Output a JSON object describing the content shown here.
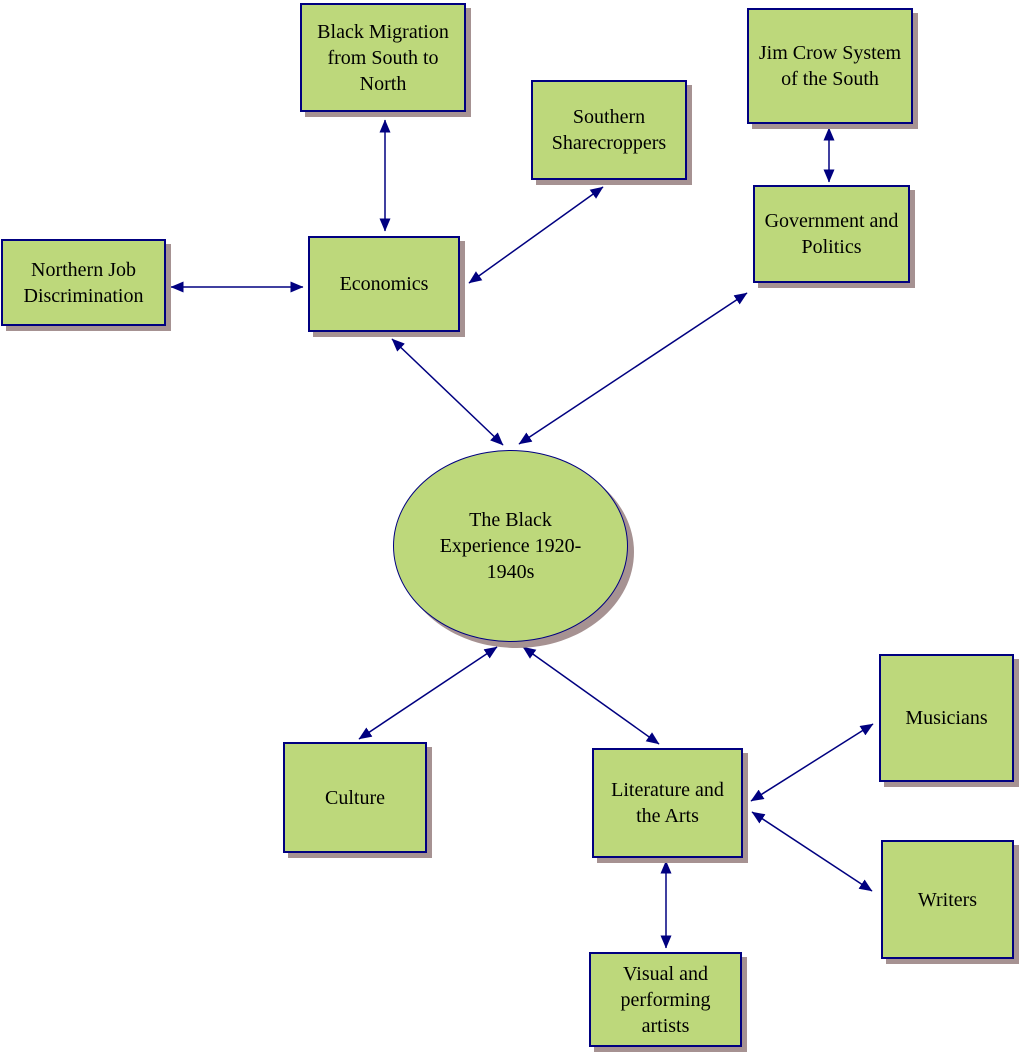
{
  "diagram": {
    "type": "concept-map",
    "colors": {
      "background": "#ffffff",
      "node_fill": "#bdd87b",
      "node_border": "#000080",
      "arrow": "#000080",
      "shadow": "#a69292",
      "text": "#000000"
    },
    "nodes": {
      "center": {
        "shape": "ellipse",
        "label": "The Black Experience 1920-1940s"
      },
      "black_migration": {
        "shape": "rectangle",
        "label": "Black Migration from South to North"
      },
      "southern_sharecroppers": {
        "shape": "rectangle",
        "label": "Southern Sharecroppers"
      },
      "jim_crow": {
        "shape": "rectangle",
        "label": "Jim Crow System of the South"
      },
      "northern_job": {
        "shape": "rectangle",
        "label": "Northern Job Discrimination"
      },
      "economics": {
        "shape": "rectangle",
        "label": "Economics"
      },
      "government": {
        "shape": "rectangle",
        "label": "Government and Politics"
      },
      "culture": {
        "shape": "rectangle",
        "label": "Culture"
      },
      "literature": {
        "shape": "rectangle",
        "label": "Literature and the Arts"
      },
      "musicians": {
        "shape": "rectangle",
        "label": "Musicians"
      },
      "writers": {
        "shape": "rectangle",
        "label": "Writers"
      },
      "visual_artists": {
        "shape": "rectangle",
        "label": "Visual and performing artists"
      }
    },
    "edges": [
      {
        "from": "black_migration",
        "to": "economics",
        "style": "double-arrow"
      },
      {
        "from": "economics",
        "to": "southern_sharecroppers",
        "style": "double-arrow"
      },
      {
        "from": "jim_crow",
        "to": "government",
        "style": "double-arrow"
      },
      {
        "from": "northern_job",
        "to": "economics",
        "style": "double-arrow"
      },
      {
        "from": "economics",
        "to": "center",
        "style": "double-arrow"
      },
      {
        "from": "government",
        "to": "center",
        "style": "double-arrow"
      },
      {
        "from": "center",
        "to": "culture",
        "style": "double-arrow"
      },
      {
        "from": "center",
        "to": "literature",
        "style": "double-arrow"
      },
      {
        "from": "literature",
        "to": "musicians",
        "style": "double-arrow"
      },
      {
        "from": "literature",
        "to": "writers",
        "style": "double-arrow"
      },
      {
        "from": "literature",
        "to": "visual_artists",
        "style": "double-arrow"
      }
    ]
  }
}
